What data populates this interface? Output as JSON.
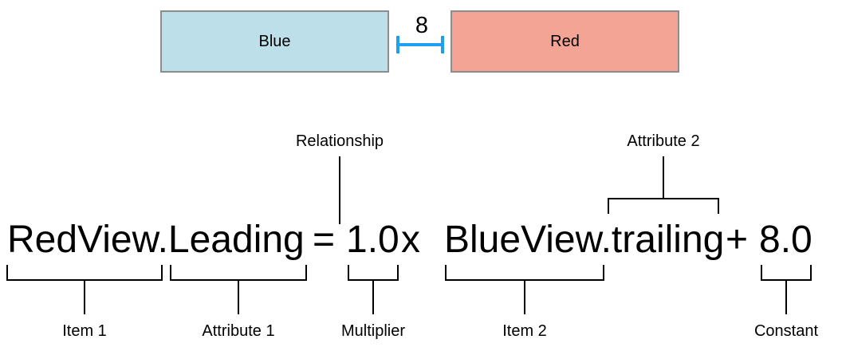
{
  "views": {
    "blue_label": "Blue",
    "red_label": "Red",
    "spacing_value": "8"
  },
  "equation": {
    "item1": "RedView.Leading",
    "relation": "=",
    "multiplier": "1.0",
    "multiply_operator": "x",
    "item2": "BlueView.trailing",
    "add_operator": "+",
    "constant": "8.0"
  },
  "callouts": {
    "relationship": "Relationship",
    "attribute2": "Attribute 2",
    "item1": "Item 1",
    "attribute1": "Attribute 1",
    "multiplier": "Multiplier",
    "item2": "Item 2",
    "constant": "Constant"
  },
  "colors": {
    "blue_view_fill": "#BCDFE9",
    "red_view_fill": "#F4A495",
    "view_border": "#8C8C8C",
    "spacing_line": "#1E9FF2",
    "text": "#000000"
  }
}
